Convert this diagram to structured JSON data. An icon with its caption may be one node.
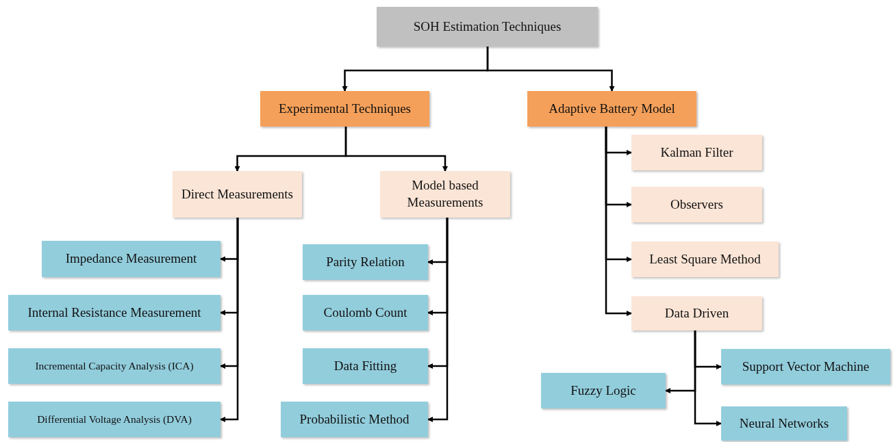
{
  "diagram": {
    "nodes": [
      {
        "text": [
          "SOH Estimation Techniques"
        ]
      },
      {
        "text": [
          "Experimental Techniques"
        ]
      },
      {
        "text": [
          "Adaptive Battery Model"
        ]
      },
      {
        "text": [
          "Direct Measurements"
        ]
      },
      {
        "text": [
          "Model based Measurements"
        ]
      },
      {
        "text": [
          "Impedance Measurement"
        ]
      },
      {
        "text": [
          "Internal Resistance Measurement"
        ]
      },
      {
        "text": [
          "Incremental Capacity Analysis (ICA)"
        ]
      },
      {
        "text": [
          "Differential Voltage Analysis (DVA)"
        ]
      },
      {
        "text": [
          "Parity Relation"
        ]
      },
      {
        "text": [
          "Coulomb Count"
        ]
      },
      {
        "text": [
          "Data Fitting"
        ]
      },
      {
        "text": [
          "Probabilistic Method"
        ]
      },
      {
        "text": [
          "Kalman Filter"
        ]
      },
      {
        "text": [
          "Observers"
        ]
      },
      {
        "text": [
          "Least Square Method"
        ]
      },
      {
        "text": [
          "Data Driven"
        ]
      },
      {
        "text": [
          "Support Vector Machine"
        ]
      },
      {
        "text": [
          "Fuzzy Logic"
        ]
      },
      {
        "text": [
          "Neural Networks"
        ]
      }
    ],
    "edges": [
      {
        "from": 0,
        "to": 1,
        "arrow": "to"
      },
      {
        "from": 0,
        "to": 2,
        "arrow": "to"
      },
      {
        "from": 1,
        "to": 3,
        "arrow": "to"
      },
      {
        "from": 1,
        "to": 4,
        "arrow": "to"
      },
      {
        "from": 3,
        "to": 5,
        "arrow": "to"
      },
      {
        "from": 3,
        "to": 6,
        "arrow": "to"
      },
      {
        "from": 3,
        "to": 7,
        "arrow": "to"
      },
      {
        "from": 3,
        "to": 8,
        "arrow": "to"
      },
      {
        "from": 4,
        "to": 9,
        "arrow": "to"
      },
      {
        "from": 4,
        "to": 10,
        "arrow": "to"
      },
      {
        "from": 4,
        "to": 11,
        "arrow": "to"
      },
      {
        "from": 4,
        "to": 12,
        "arrow": "to"
      },
      {
        "from": 2,
        "to": 13,
        "arrow": "to"
      },
      {
        "from": 2,
        "to": 14,
        "arrow": "to"
      },
      {
        "from": 2,
        "to": 15,
        "arrow": "to"
      },
      {
        "from": 2,
        "to": 16,
        "arrow": "to"
      },
      {
        "from": 16,
        "to": 17,
        "arrow": "to"
      },
      {
        "from": 16,
        "to": 18,
        "arrow": "to"
      },
      {
        "from": 16,
        "to": 19,
        "arrow": "to"
      }
    ]
  }
}
